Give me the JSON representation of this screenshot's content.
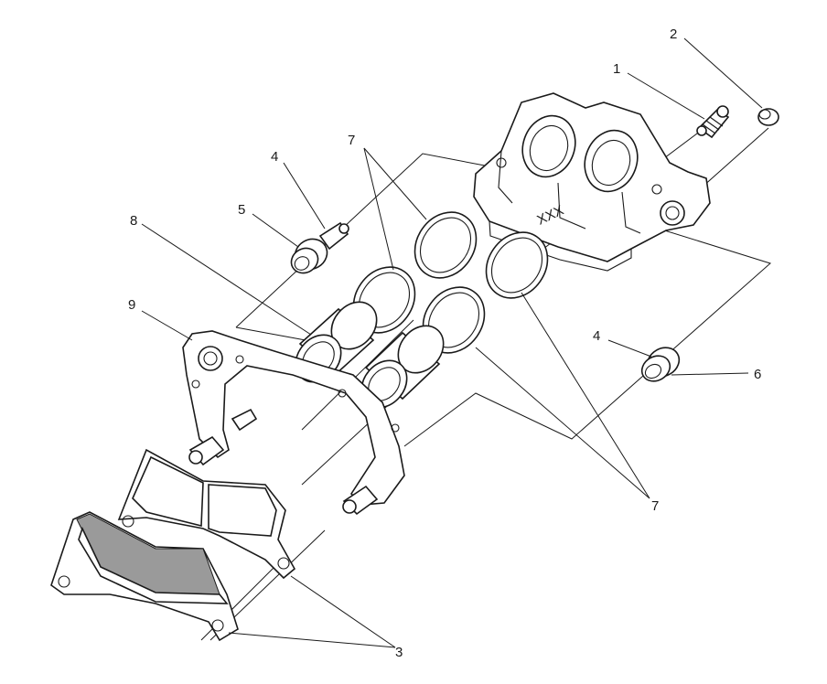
{
  "diagram": {
    "callouts": {
      "c1": "1",
      "c2": "2",
      "c3": "3",
      "c4a": "4",
      "c4b": "4",
      "c5": "5",
      "c6": "6",
      "c7a": "7",
      "c7b": "7",
      "c8": "8",
      "c9": "9"
    },
    "stamp": "XXX"
  }
}
